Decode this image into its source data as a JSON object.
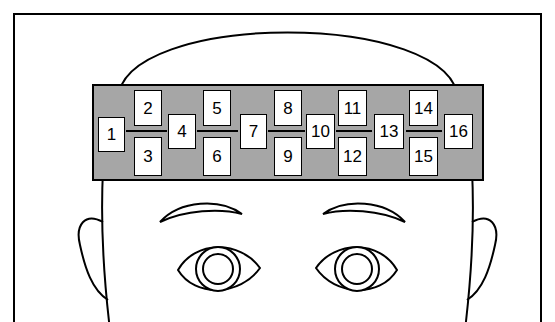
{
  "diagram": {
    "nodes": [
      {
        "text": [
          "1"
        ]
      },
      {
        "text": [
          "2"
        ]
      },
      {
        "text": [
          "3"
        ]
      },
      {
        "text": [
          "4"
        ]
      },
      {
        "text": [
          "5"
        ]
      },
      {
        "text": [
          "6"
        ]
      },
      {
        "text": [
          "7"
        ]
      },
      {
        "text": [
          "8"
        ]
      },
      {
        "text": [
          "9"
        ]
      },
      {
        "text": [
          "10"
        ]
      },
      {
        "text": [
          "11"
        ]
      },
      {
        "text": [
          "12"
        ]
      },
      {
        "text": [
          "13"
        ]
      },
      {
        "text": [
          "14"
        ]
      },
      {
        "text": [
          "15"
        ]
      },
      {
        "text": [
          "16"
        ]
      }
    ]
  }
}
